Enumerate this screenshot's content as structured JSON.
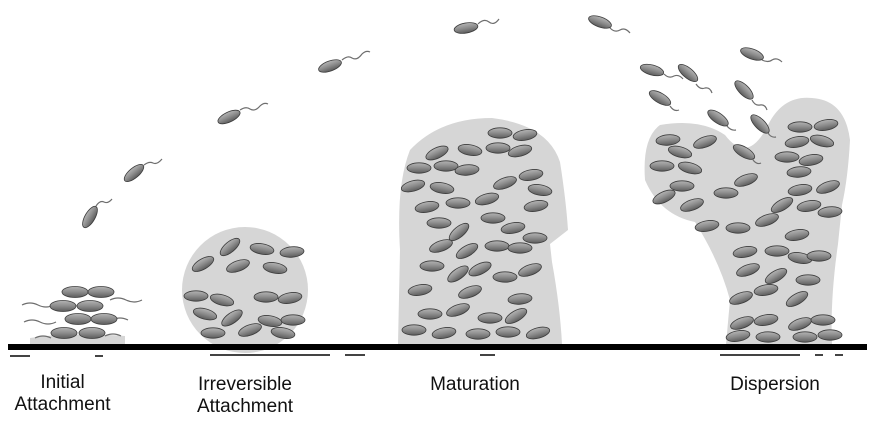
{
  "stages": [
    {
      "id": "initial",
      "line1": "Initial",
      "line2": "Attachment"
    },
    {
      "id": "irreversible",
      "line1": "Irreversible",
      "line2": "Attachment"
    },
    {
      "id": "maturation",
      "line1": "Maturation",
      "line2": ""
    },
    {
      "id": "dispersion",
      "line1": "Dispersion",
      "line2": ""
    }
  ],
  "colors": {
    "cell_fill": "#8c8c8c",
    "cell_stroke": "#3c3c3c",
    "matrix": "#d6d6d6",
    "surface": "#000000",
    "flagellum": "#6e6e6e"
  },
  "icons": {
    "cell": "rod-bacterium-icon",
    "matrix": "biofilm-matrix-icon"
  }
}
